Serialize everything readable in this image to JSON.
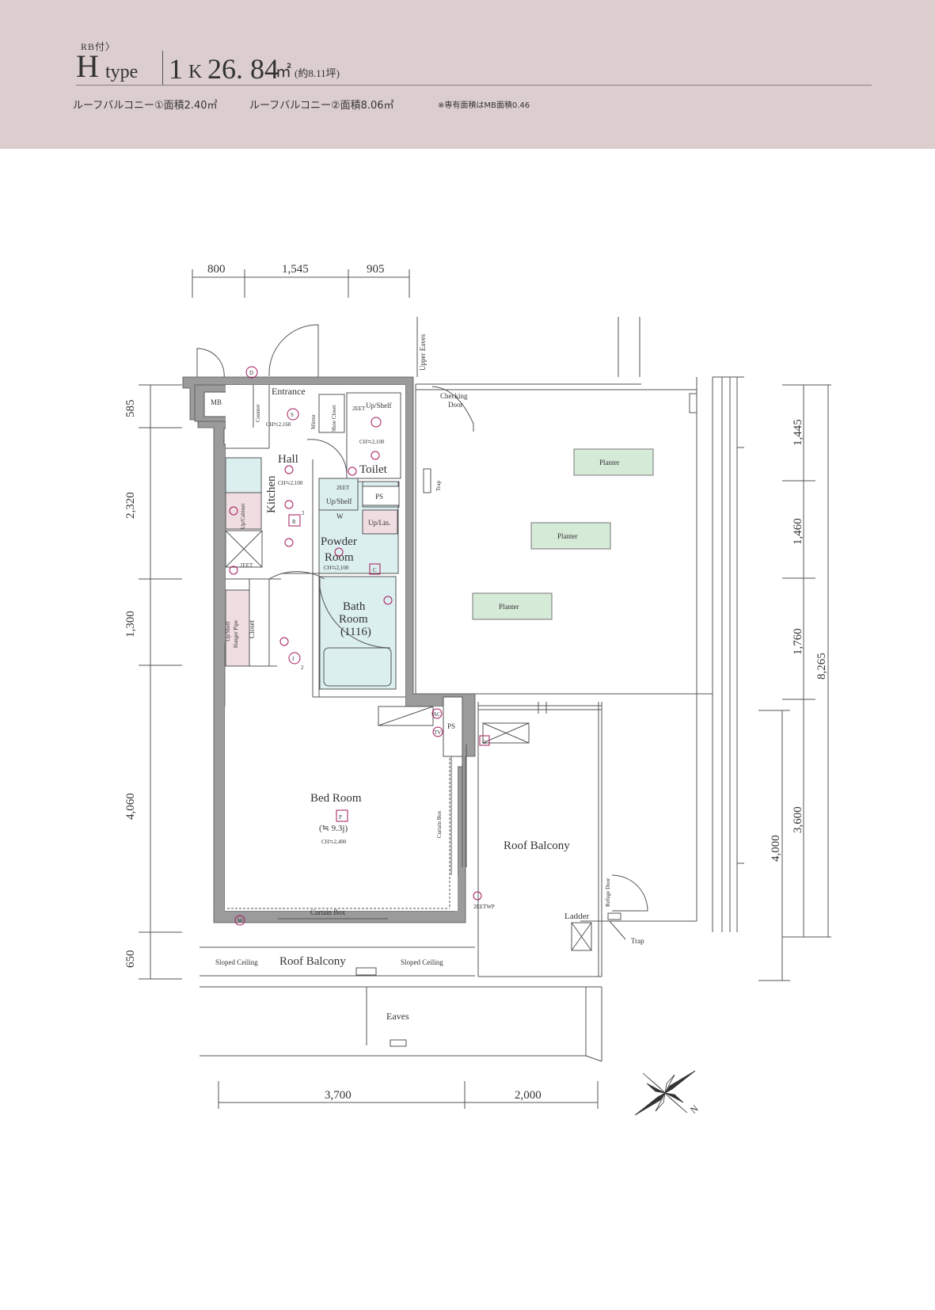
{
  "header": {
    "badge": "RB付〉",
    "type_letter": "H",
    "type_word": "type",
    "layout_num": "1",
    "layout_k": "K",
    "area_num": "26. 84",
    "area_unit": "㎡",
    "area_tsubo": "(約8.11坪)",
    "roof_balcony_1": "ルーフバルコニー①面積2.40㎡",
    "roof_balcony_2": "ルーフバルコニー②面積8.06㎡",
    "mb_note": "※専有面積はMB面積0.46"
  },
  "dimensions": {
    "top": [
      "800",
      "1,545",
      "905"
    ],
    "left": [
      "585",
      "2,320",
      "1,300",
      "4,060",
      "650"
    ],
    "right_inner": [
      "1,445",
      "1,460",
      "1,760",
      "3,600"
    ],
    "right_mid": "4,000",
    "right_total": "8,265",
    "bottom": [
      "3,700",
      "2,000"
    ]
  },
  "rooms": {
    "mb": "MB",
    "ps": "PS",
    "entrance": "Entrance",
    "counter": "Counter",
    "mirror": "Mirror",
    "shoe_closet": "Shoe Closet",
    "upshelf": "Up/Shelf",
    "toilet": "Toilet",
    "hall": "Hall",
    "kitchen": "Kitchen",
    "upcabinet": "Up/Cabinet",
    "w": "W",
    "uplin": "Up/Lin.",
    "powder": [
      "Powder",
      "Room"
    ],
    "bath": [
      "Bath",
      "Room",
      "(1116)"
    ],
    "closet": [
      "Up/Shelf",
      "Hanger Pipe",
      "Closet"
    ],
    "bedroom": [
      "Bed Room",
      "(≒ 9.3j)"
    ],
    "curtain_box": "Curtain Box",
    "sloped_ceiling": "Sloped Ceiling",
    "roof_balcony": "Roof Balcony",
    "eaves": "Eaves",
    "upper_eaves": "Upper Eaves",
    "checking_door": [
      "Checking",
      "Door"
    ],
    "trap": "Trap",
    "planter": "Planter",
    "refuge_door": "Refuge Door",
    "ladder": "Ladder"
  },
  "ceiling_heights": {
    "entrance": "CH≒2,160",
    "toilet": "CH≒2,100",
    "hall": "CH≒2,100",
    "powder": "CH≒2,100",
    "bedroom": "CH≒2,400"
  },
  "symbols": {
    "d": "D",
    "s": "S",
    "r": "R",
    "i": "I",
    "p": "P",
    "c": "C",
    "g": "G",
    "ac": "AC",
    "tv": "TV",
    "w": "W",
    "twoeet": "2EET",
    "twoeetwp": "2EETWP",
    "two": "2",
    "north": "N"
  },
  "colors": {
    "header_bg": "#dccdcf",
    "wall": "#9b9b9b",
    "planter": "#d6ead8",
    "wet_area": "#dcefef",
    "storage": "#efdde1",
    "fixture": "#a3195b"
  }
}
